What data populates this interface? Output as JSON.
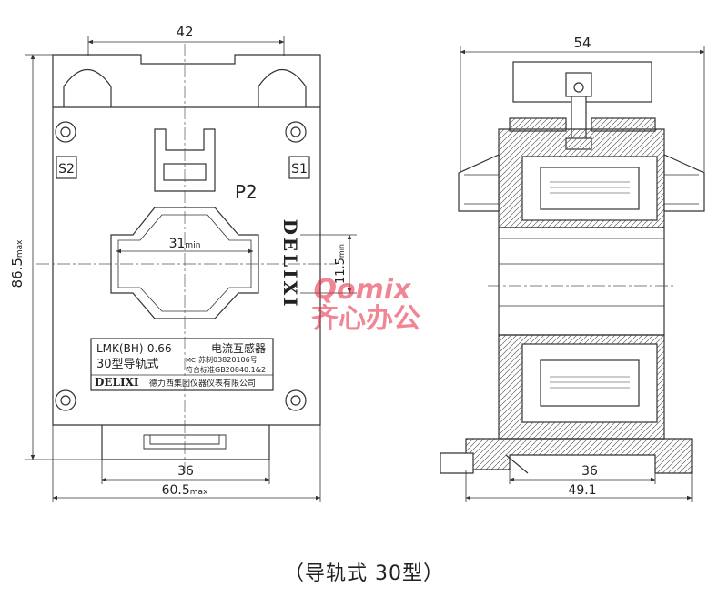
{
  "front_view": {
    "dims": {
      "top_width": "42",
      "height_value": "86.5",
      "height_suffix": "max",
      "window_width_value": "31",
      "window_width_suffix": "min",
      "window_height_value": "11.5",
      "window_height_suffix": "min",
      "rail_width": "36",
      "base_width_value": "60.5",
      "base_width_suffix": "max"
    },
    "terminals": {
      "s2": "S2",
      "s1": "S1",
      "p2": "P2"
    },
    "brand_vertical": "DELIXI",
    "nameplate": {
      "model": "LMK(BH)-0.66",
      "type": "30型导轨式",
      "product": "电流互感器",
      "cert_mark": "MC",
      "cert_number": "苏制03820106号",
      "standard": "符合标准GB20840.1&2",
      "brand": "DELIXI",
      "company": "德力西集团仪器仪表有限公司"
    }
  },
  "side_view": {
    "dims": {
      "top_width": "54",
      "rail_width": "36",
      "base_width": "49.1"
    }
  },
  "watermark": {
    "latin": "Qomix",
    "chinese": "齐心办公",
    "color": "#e5243b"
  },
  "caption": "（导轨式 30型）"
}
